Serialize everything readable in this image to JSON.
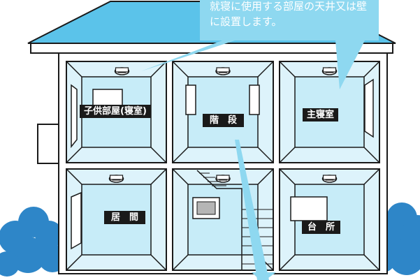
{
  "callout": {
    "lines": [
      "就寝に使用する部屋の天井又は壁",
      "に設置します。"
    ]
  },
  "rooms": {
    "kids_bedroom": "子供部屋(寝室)",
    "stairs": "階　段",
    "master_bedroom": "主寝室",
    "living": "居　間",
    "kitchen": "台　所"
  },
  "colors": {
    "sky_blue": "#8ED8F0",
    "room_fill": "#DDF3FB",
    "room_inner": "#C7ECF8",
    "roof": "#5BC3EA",
    "bush": "#2E86C8",
    "label_bg": "#1A1A1A"
  },
  "icons": [
    "smoke-detector-icon",
    "shrub-icon",
    "roof-icon",
    "speech-bubble-icon"
  ]
}
